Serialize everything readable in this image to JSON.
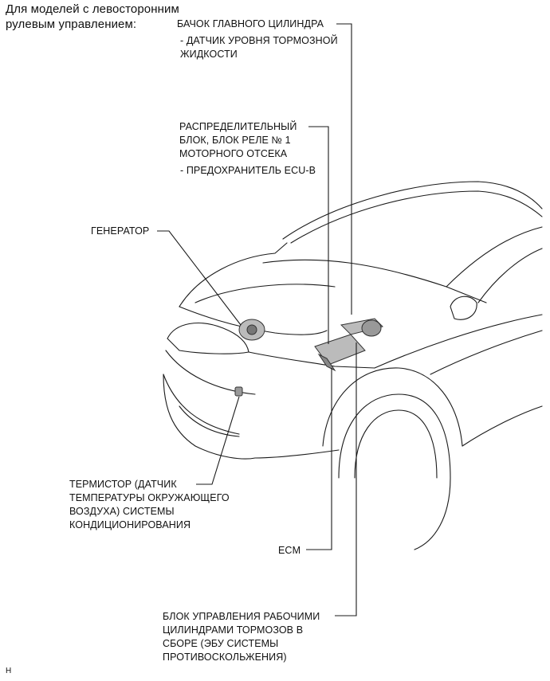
{
  "heading": "Для моделей с левосторонним\nрулевым управлением:",
  "callouts": {
    "master_cylinder": "БАЧОК ГЛАВНОГО ЦИЛИНДРА",
    "brake_fluid_sensor": "- ДАТЧИК УРОВНЯ ТОРМОЗНОЙ\nЖИДКОСТИ",
    "relay_block": "РАСПРЕДЕЛИТЕЛЬНЫЙ\nБЛОК, БЛОК РЕЛЕ № 1\nМОТОРНОГО ОТСЕКА",
    "fuse_ecu_b": "- ПРЕДОХРАНИТЕЛЬ ECU-B",
    "generator": "ГЕНЕРАТОР",
    "thermistor": "ТЕРМИСТОР (ДАТЧИК\nТЕМПЕРАТУРЫ ОКРУЖАЮЩЕГО\nВОЗДУХА) СИСТЕМЫ\nКОНДИЦИОНИРОВАНИЯ",
    "ecm": "ECM",
    "brake_actuator": "БЛОК УПРАВЛЕНИЯ РАБОЧИМИ\nЦИЛИНДРАМИ ТОРМОЗОВ В\nСБОРЕ (ЭБУ СИСТЕМЫ\nПРОТИВОСКОЛЬЖЕНИЯ)"
  },
  "footer_mark": "H",
  "colors": {
    "line": "#1a1a1a",
    "component": "#555555"
  }
}
